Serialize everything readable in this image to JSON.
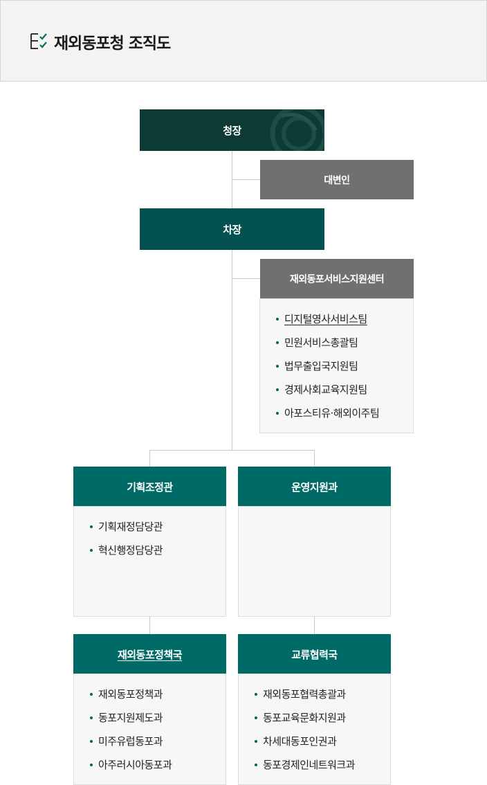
{
  "header": {
    "title": "재외동포청 조직도",
    "icon": "checklist-icon",
    "accent": "#0a6b66"
  },
  "org": {
    "commissioner": "청장",
    "spokesperson": "대변인",
    "vice_commissioner": "차장",
    "service_center": {
      "title": "재외동포서비스지원센터",
      "teams": [
        "디지털영사서비스팀",
        "민원서비스총괄팀",
        "법무출입국지원팀",
        "경제사회교육지원팀",
        "아포스티유·해외이주팀"
      ]
    },
    "planning": {
      "title": "기획조정관",
      "items": [
        "기획재정담당관",
        "혁신행정담당관"
      ]
    },
    "operations": {
      "title": "운영지원과",
      "items": []
    },
    "policy_bureau": {
      "title": "재외동포정책국",
      "items": [
        "재외동포정책과",
        "동포지원제도과",
        "미주유럽동포과",
        "아주러시아동포과"
      ]
    },
    "exchange_bureau": {
      "title": "교류협력국",
      "items": [
        "재외동포협력총괄과",
        "동포교육문화지원과",
        "차세대동포인권과",
        "동포경제인네트워크과"
      ]
    }
  },
  "colors": {
    "commissioner_bg": "#0d3a35",
    "vice_bg": "#04524f",
    "bureau_bg": "#006a66",
    "gray_bg": "#707070",
    "panel_bg": "#f7f7f7",
    "connector": "#c9c9c9"
  }
}
